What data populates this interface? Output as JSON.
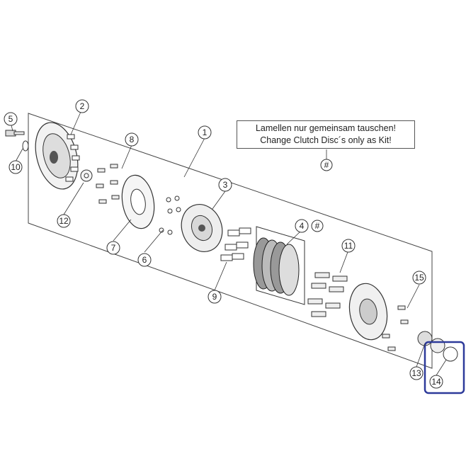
{
  "note": {
    "line1": "Lamellen nur gemeinsam tauschen!",
    "line2": "Change Clutch Disc´s only as Kit!"
  },
  "callouts": {
    "c1": "1",
    "c2": "2",
    "c3": "3",
    "c4": "4",
    "c4hash": "#",
    "c5": "5",
    "c6": "6",
    "c7": "7",
    "c8": "8",
    "c9": "9",
    "c10": "10",
    "c11": "11",
    "c12": "12",
    "c13": "13",
    "c14": "14",
    "c15": "15",
    "note_ref": "#"
  },
  "highlight_color": "#2d3a9a"
}
